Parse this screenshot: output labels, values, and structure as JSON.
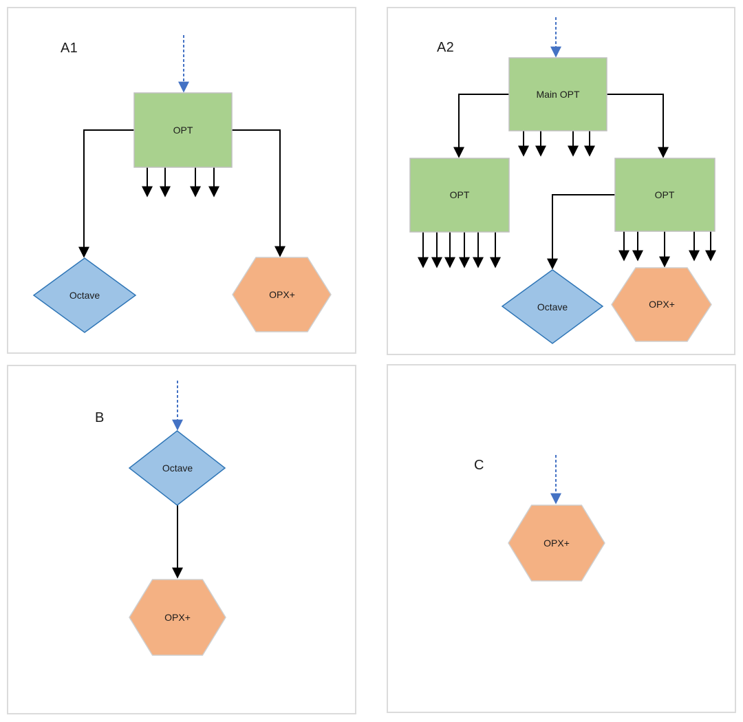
{
  "diagram": {
    "panels": [
      {
        "label": "A1",
        "nodes": [
          {
            "id": "opt",
            "type": "process",
            "label": "OPT"
          },
          {
            "id": "octave",
            "type": "decision",
            "label": "Octave"
          },
          {
            "id": "opx",
            "type": "hexagon",
            "label": "OPX+"
          }
        ],
        "edges": [
          {
            "from": "input",
            "to": "opt",
            "style": "dashed-blue-arrow"
          },
          {
            "from": "opt",
            "to": "octave",
            "style": "solid-elbow-arrow"
          },
          {
            "from": "opt",
            "to": "opx",
            "style": "solid-elbow-arrow"
          },
          {
            "from": "opt",
            "to": "outputs",
            "style": "fan-out-arrows",
            "count": 4
          }
        ]
      },
      {
        "label": "A2",
        "nodes": [
          {
            "id": "main-opt",
            "type": "process",
            "label": "Main OPT"
          },
          {
            "id": "opt-left",
            "type": "process",
            "label": "OPT"
          },
          {
            "id": "opt-right",
            "type": "process",
            "label": "OPT"
          },
          {
            "id": "octave",
            "type": "decision",
            "label": "Octave"
          },
          {
            "id": "opx",
            "type": "hexagon",
            "label": "OPX+"
          }
        ],
        "edges": [
          {
            "from": "input",
            "to": "main-opt",
            "style": "dashed-blue-arrow"
          },
          {
            "from": "main-opt",
            "to": "opt-left",
            "style": "solid-elbow-arrow"
          },
          {
            "from": "main-opt",
            "to": "opt-right",
            "style": "solid-elbow-arrow"
          },
          {
            "from": "main-opt",
            "to": "outputs",
            "style": "fan-out-arrows",
            "count": 4
          },
          {
            "from": "opt-left",
            "to": "outputs",
            "style": "fan-out-arrows",
            "count": 6
          },
          {
            "from": "opt-right",
            "to": "octave",
            "style": "solid-elbow-arrow"
          },
          {
            "from": "opt-right",
            "to": "opx",
            "style": "solid-arrow"
          },
          {
            "from": "opt-right",
            "to": "outputs",
            "style": "fan-out-arrows",
            "count": 4
          }
        ]
      },
      {
        "label": "B",
        "nodes": [
          {
            "id": "octave",
            "type": "decision",
            "label": "Octave"
          },
          {
            "id": "opx",
            "type": "hexagon",
            "label": "OPX+"
          }
        ],
        "edges": [
          {
            "from": "input",
            "to": "octave",
            "style": "dashed-blue-arrow"
          },
          {
            "from": "octave",
            "to": "opx",
            "style": "solid-arrow"
          }
        ]
      },
      {
        "label": "C",
        "nodes": [
          {
            "id": "opx",
            "type": "hexagon",
            "label": "OPX+"
          }
        ],
        "edges": [
          {
            "from": "input",
            "to": "opx",
            "style": "dashed-blue-arrow"
          }
        ]
      }
    ],
    "colors": {
      "process_fill": "#A9D18E",
      "process_border": "#BFBFBF",
      "decision_fill": "#9DC3E6",
      "decision_border": "#2E75B6",
      "hexagon_fill": "#F4B183",
      "hexagon_border": "#CFCFCF",
      "connector": "#000000",
      "input_arrow": "#4472C4",
      "panel_border": "#DBDBDB",
      "background": "#FFFFFF",
      "text": "#1B1B1B"
    }
  }
}
